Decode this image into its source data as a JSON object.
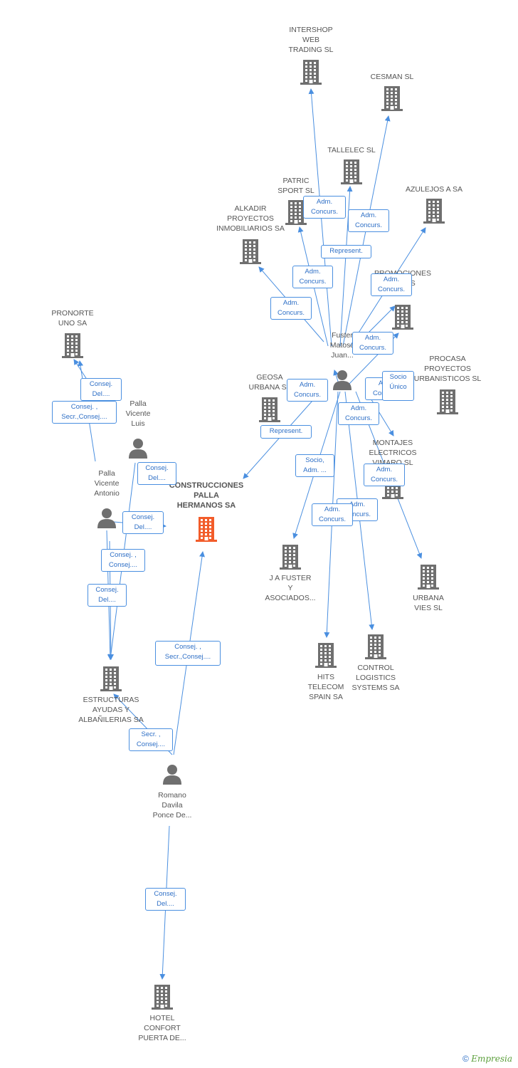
{
  "diagram": {
    "main": {
      "label": "CONSTRUCCIONES\nPALLA\nHERMANOS SA",
      "color": "#f25c2a"
    },
    "companies": [
      {
        "id": "intershop",
        "label": "INTERSHOP\nWEB\nTRADING SL"
      },
      {
        "id": "cesman",
        "label": "CESMAN SL"
      },
      {
        "id": "tallelec",
        "label": "TALLELEC SL"
      },
      {
        "id": "patric",
        "label": "PATRIC\nSPORT SL"
      },
      {
        "id": "azulejos",
        "label": "AZULEJOS A SA"
      },
      {
        "id": "alkadir",
        "label": "ALKADIR\nPROYECTOS\nINMOBILIARIOS SA"
      },
      {
        "id": "promociones",
        "label": "PROMOCIONES\n...ALES\n...SL"
      },
      {
        "id": "pronorte",
        "label": "PRONORTE\nUNO SA"
      },
      {
        "id": "procasa",
        "label": "PROCASA\nPROYECTOS\nURBANISTICOS SL"
      },
      {
        "id": "geosa",
        "label": "GEOSA\nURBANA  SL"
      },
      {
        "id": "montajes",
        "label": "MONTAJES\nELECTRICOS\nVIMARO SL"
      },
      {
        "id": "jafuster",
        "label": "J A FUSTER\nY\nASOCIADOS..."
      },
      {
        "id": "urbana",
        "label": "URBANA\nVIES SL"
      },
      {
        "id": "estructuras",
        "label": "ESTRUCTURAS\nAYUDAS Y\nALBAÑILERIAS SA"
      },
      {
        "id": "hits",
        "label": "HITS\nTELECOM\nSPAIN SA"
      },
      {
        "id": "control",
        "label": "CONTROL\nLOGISTICS\nSYSTEMS SA"
      },
      {
        "id": "hotel",
        "label": "HOTEL\nCONFORT\nPUERTA DE..."
      }
    ],
    "people": [
      {
        "id": "fuster",
        "label": "Fuster\nMatosa\nJuan..."
      },
      {
        "id": "pallaluis",
        "label": "Palla\nVicente\nLuis"
      },
      {
        "id": "pallaantonio",
        "label": "Palla\nVicente\nAntonio"
      },
      {
        "id": "romano",
        "label": "Romano\nDavila\nPonce De..."
      }
    ],
    "edge_labels": [
      "Adm.\nConcurs.",
      "Adm.\nConcurs.",
      "Represent.",
      "Adm.\nConcurs.",
      "Adm.\nConcurs.",
      "Adm.\nConcurs.",
      "Adm.\nConcurs.",
      "Adm.\nConcurs.",
      "Adm.\nConcurs.",
      "Represent.",
      "Socio\nÚnico",
      "Adm.\nConcurs.",
      "Socio,\nAdm. ...",
      "Adm.\nConcurs.",
      "Adm.\nConcurs.",
      "Adm.\nConcurs.",
      "Consej.\nDel....",
      "Consej. ,\nSecr.,Consej....",
      "Consej.\nDel....",
      "Consej.\nDel....",
      "Consej. ,\nConsej....",
      "Consej.\nDel....",
      "Consej. ,\nSecr.,Consej....",
      "Secr. ,\nConsej....",
      "Consej.\nDel...."
    ],
    "colors": {
      "edge": "#4a8fe0",
      "node": "#6f6f6f",
      "main": "#f25c2a"
    }
  },
  "footer": {
    "copyright": "©",
    "brand": "Empresia"
  }
}
